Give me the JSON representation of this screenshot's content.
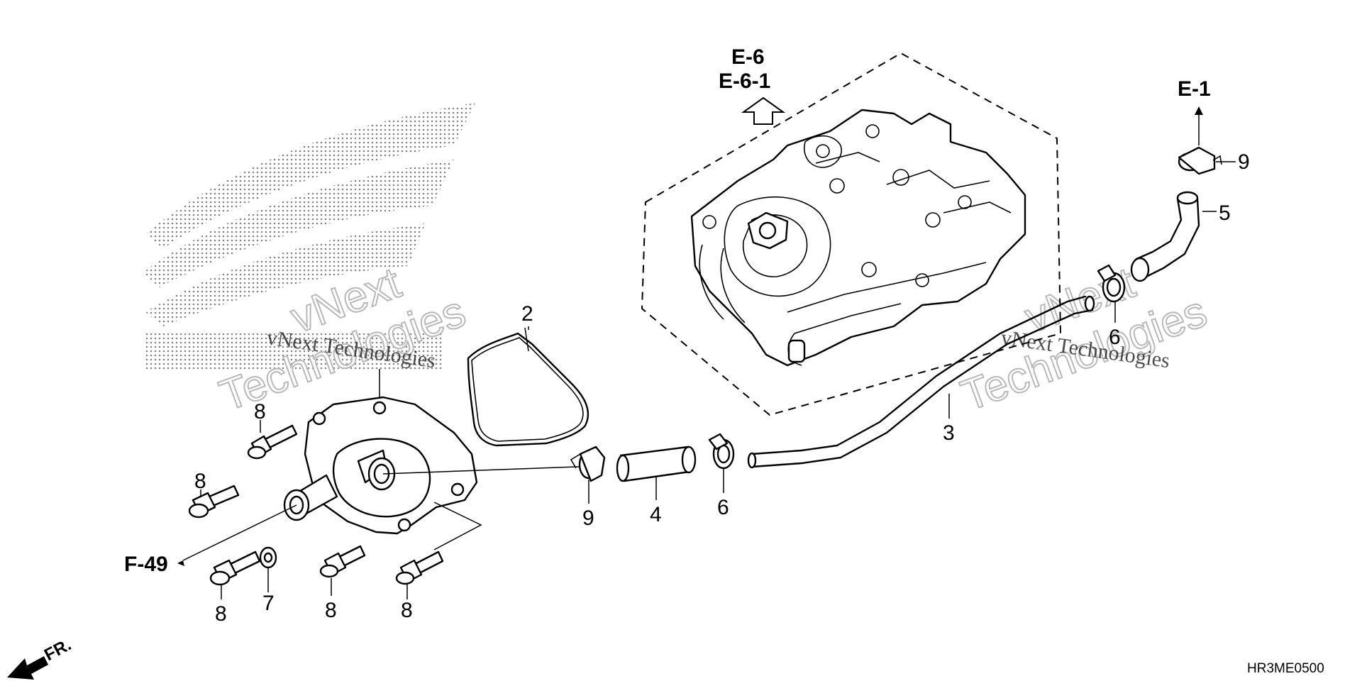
{
  "callouts": {
    "hose_2": "2",
    "hose_3": "3",
    "joint_4": "4",
    "hose_5": "5",
    "clamp_6_lower": "6",
    "clamp_6_upper": "6",
    "washer_7": "7",
    "bolt_8_a": "8",
    "bolt_8_b": "8",
    "bolt_8_c": "8",
    "bolt_8_d": "8",
    "bolt_8_e": "8",
    "clip_9_lower": "9",
    "clip_9_upper": "9"
  },
  "references": {
    "e6": "E-6",
    "e61": "E-6-1",
    "e1": "E-1",
    "f49": "F-49"
  },
  "direction_label": "FR.",
  "diagram_code": "HR3ME0500",
  "watermarks": {
    "small_left": "vNext Technologies",
    "big_left_1": "vNext",
    "big_left_2": "Technologies",
    "small_right": "vNext Technologies",
    "big_right_1": "vNext",
    "big_right_2": "Technologies"
  },
  "icons": [
    "honda-wing-logo",
    "front-direction-arrow",
    "up-direction-arrow"
  ]
}
